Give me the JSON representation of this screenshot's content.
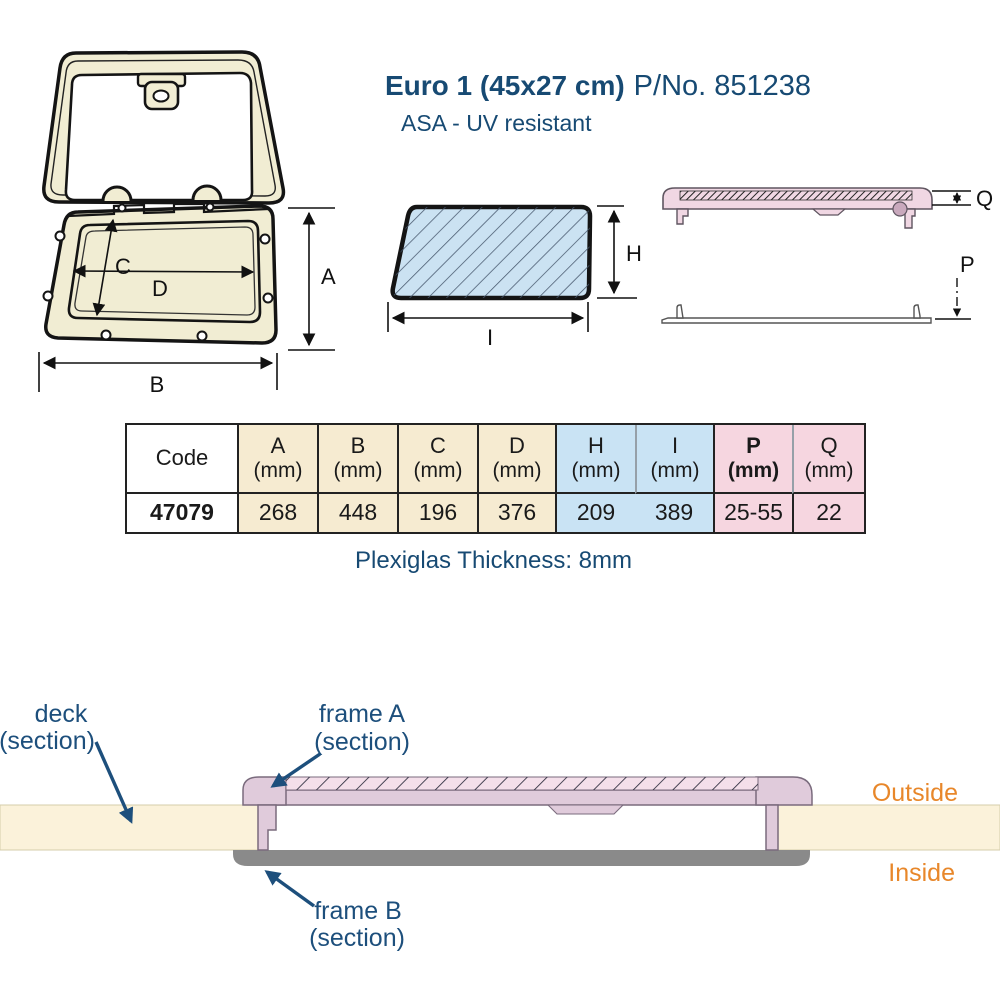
{
  "header": {
    "title_model": "Euro 1 (45x27 cm)",
    "title_part_number": "P/No. 851238",
    "subtitle": "ASA - UV resistant"
  },
  "drawings": {
    "open_hatch": {
      "dim_a": "A",
      "dim_b": "B",
      "dim_c": "C",
      "dim_d": "D"
    },
    "pane": {
      "dim_h": "H",
      "dim_i": "I"
    },
    "side_profile": {
      "dim_p": "P",
      "dim_q": "Q"
    }
  },
  "spec_table": {
    "code_header": "Code",
    "columns": [
      {
        "label": "A",
        "unit": "(mm)"
      },
      {
        "label": "B",
        "unit": "(mm)"
      },
      {
        "label": "C",
        "unit": "(mm)"
      },
      {
        "label": "D",
        "unit": "(mm)"
      },
      {
        "label": "H",
        "unit": "(mm)"
      },
      {
        "label": "I",
        "unit": "(mm)"
      },
      {
        "label": "P",
        "unit": "(mm)"
      },
      {
        "label": "Q",
        "unit": "(mm)"
      }
    ],
    "row": {
      "code": "47079",
      "values": [
        "268",
        "448",
        "196",
        "376",
        "209",
        "389",
        "25-55",
        "22"
      ]
    }
  },
  "note": "Plexiglas Thickness: 8mm",
  "section_view": {
    "deck_label_1": "deck",
    "deck_label_2": "(section)",
    "frame_a_label_1": "frame A",
    "frame_a_label_2": "(section)",
    "frame_b_label_1": "frame B",
    "frame_b_label_2": "(section)",
    "outside_label": "Outside",
    "inside_label": "Inside"
  },
  "colors": {
    "navy_text": "#174A73",
    "orange_text": "#E8872A",
    "table_cream": "#F6EBD1",
    "table_blue": "#C9E3F4",
    "table_pink": "#F6D6E0",
    "drawing_cream": "#F1EDD3",
    "plexiglas_blue": "#CBE2F2",
    "frame_pink": "#E0CBDB",
    "deck_cream": "#FBF2DA",
    "frame_b_gray": "#8A8A8A"
  }
}
